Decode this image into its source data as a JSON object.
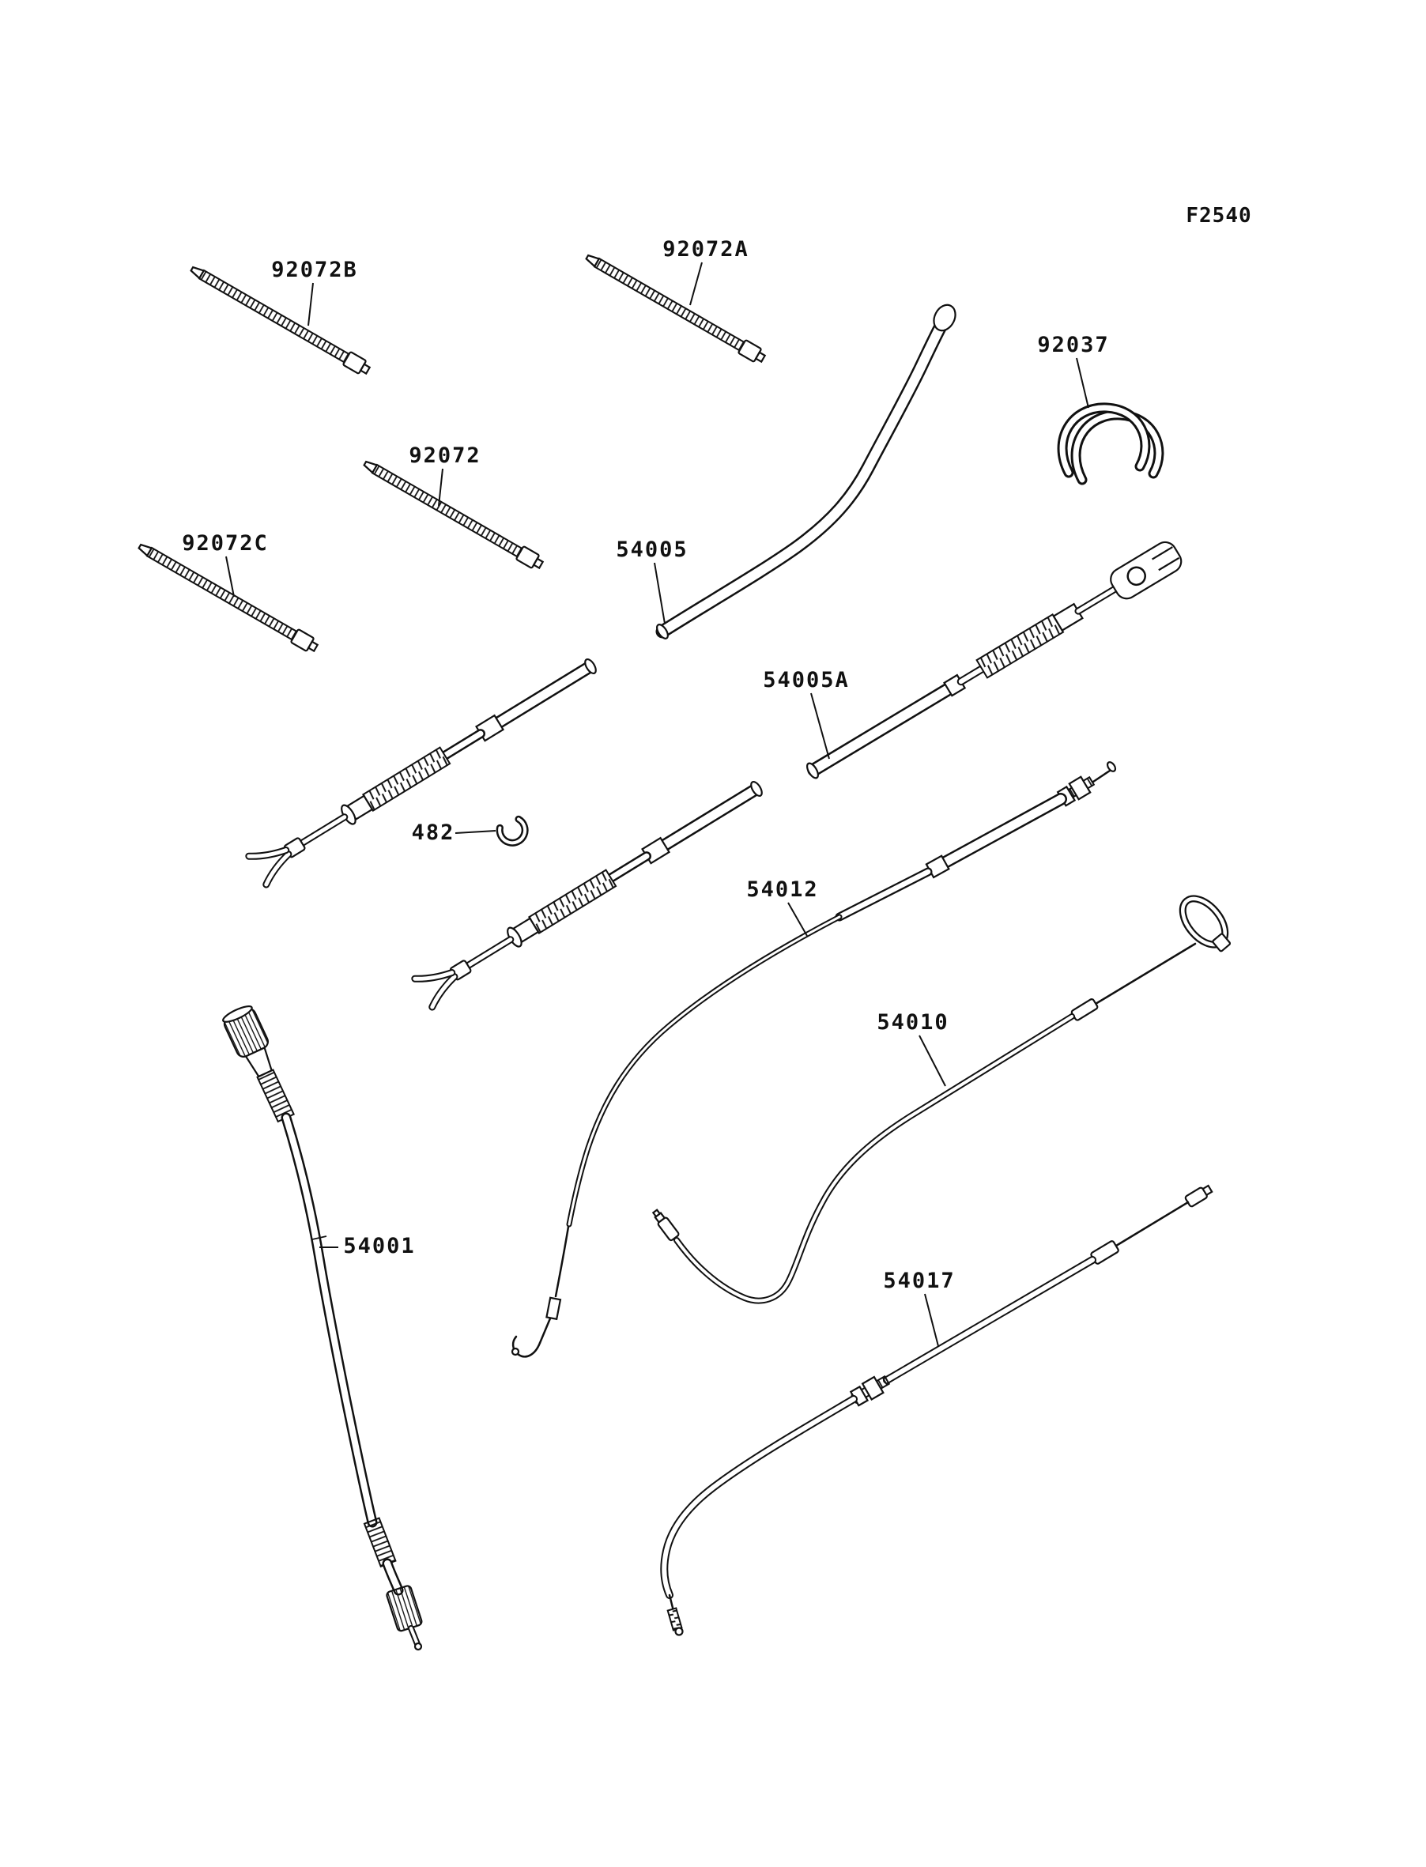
{
  "figure": {
    "code": "F2540"
  },
  "labels": {
    "tie_92072B": "92072B",
    "tie_92072A": "92072A",
    "tie_92072": "92072",
    "tie_92072C": "92072C",
    "clamp_92037": "92037",
    "cable_54005": "54005",
    "cable_54005A": "54005A",
    "clip_482": "482",
    "cable_54012": "54012",
    "cable_54010": "54010",
    "cable_54001": "54001",
    "cable_54017": "54017"
  }
}
